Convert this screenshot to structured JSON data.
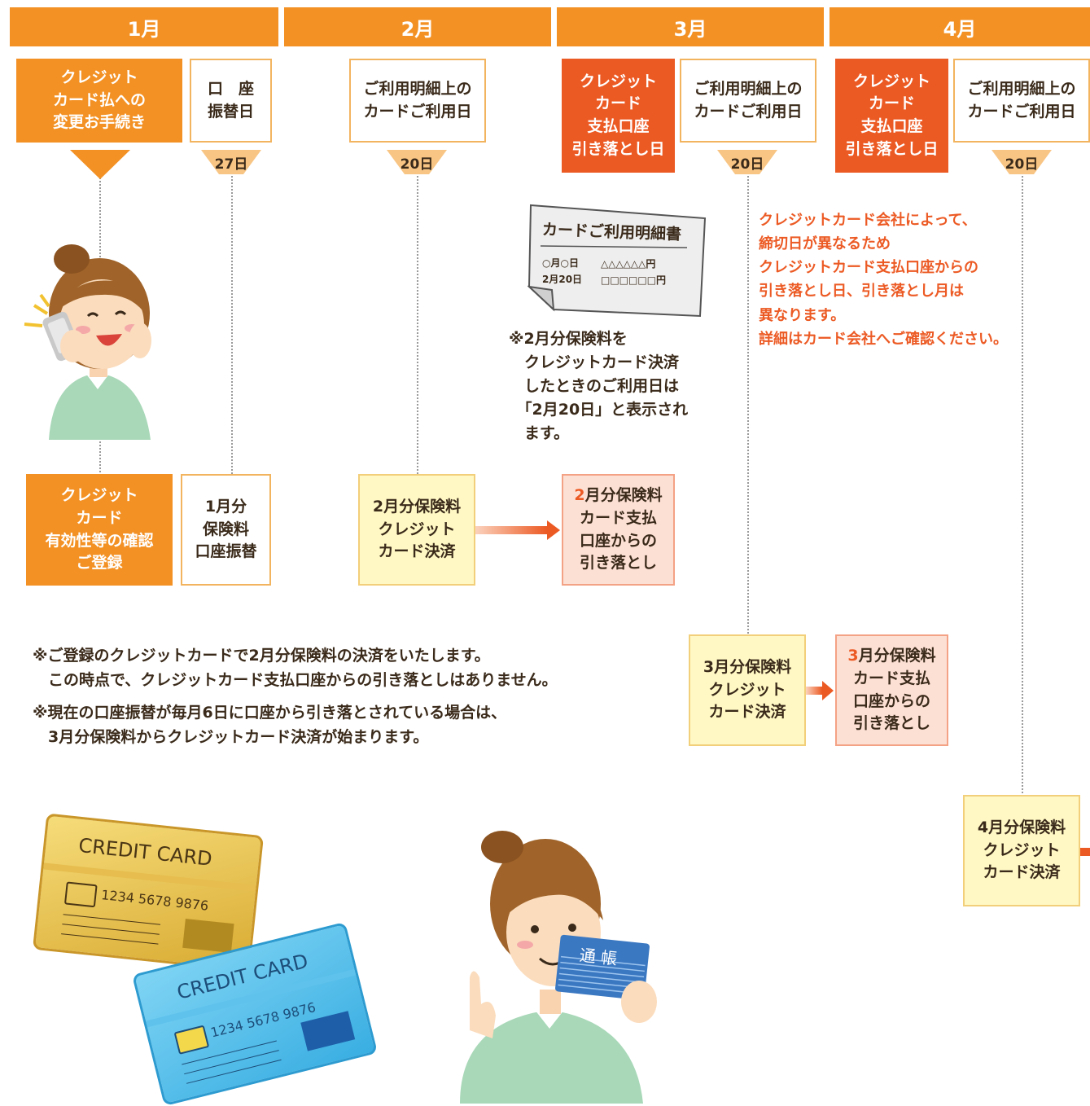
{
  "months": [
    "1月",
    "2月",
    "3月",
    "4月"
  ],
  "jan": {
    "procedure_box": "クレジット\nカード払への\n変更お手続き",
    "transfer_day_box": "口　座\n振替日",
    "transfer_day": "27日",
    "confirm_box": "クレジット\nカード\n有効性等の確認\nご登録",
    "january_premium_box": "1月分\n保険料\n口座振替"
  },
  "feb": {
    "usage_date_box": "ご利用明細上の\nカードご利用日",
    "usage_day": "20日",
    "statement": {
      "title": "カードご利用明細書",
      "row1_date": "○月○日",
      "row1_amount": "△△△△△△円",
      "row2_date": "2月20日",
      "row2_amount": "□□□□□□円"
    },
    "statement_note": "※2月分保険料を\n　クレジットカード決済\n　したときのご利用日は\n　「2月20日」と表示され\n　ます。",
    "settlement_box": "2月分保険料\nクレジット\nカード決済",
    "withdrawal_first_char": "2",
    "withdrawal_rest": "月分保険料\nカード支払\n口座からの\n引き落とし"
  },
  "mar": {
    "debit_box": "クレジット\nカード\n支払口座\n引き落とし日",
    "usage_date_box": "ご利用明細上の\nカードご利用日",
    "usage_day": "20日",
    "company_note": "クレジットカード会社によって、\n締切日が異なるため\nクレジットカード支払口座からの\n引き落とし日、引き落とし月は\n異なります。\n詳細はカード会社へご確認ください。",
    "settlement_box": "3月分保険料\nクレジット\nカード決済",
    "withdrawal_first_char": "3",
    "withdrawal_rest": "月分保険料\nカード支払\n口座からの\n引き落とし"
  },
  "apr": {
    "debit_box": "クレジット\nカード\n支払口座\n引き落とし日",
    "usage_date_box": "ご利用明細上の\nカードご利用日",
    "usage_day": "20日",
    "settlement_box": "4月分保険料\nクレジット\nカード決済"
  },
  "bottom_notes": {
    "note1": "※ご登録のクレジットカードで2月分保険料の決済をいたします。\n　この時点で、クレジットカード支払口座からの引き落としはありません。",
    "note2": "※現在の口座振替が毎月6日に口座から引き落とされている場合は、\n　3月分保険料からクレジットカード決済が始まります。"
  },
  "cards": {
    "gold_label": "CREDIT CARD",
    "gold_number": "1234 5678 9876",
    "blue_label": "CREDIT CARD",
    "blue_number": "1234 5678 9876"
  },
  "passbook_label": "通 帳",
  "colors": {
    "orange": "#f39124",
    "red": "#ec5a24",
    "yellow_box": "#fff8c4",
    "pink_box": "#fde0d4"
  }
}
